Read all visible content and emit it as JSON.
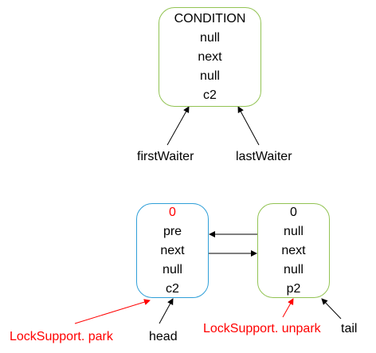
{
  "colors": {
    "green_border": "#92c353",
    "blue_border": "#2f9fd8",
    "red_text": "#ff0000",
    "black": "#000000"
  },
  "condition_node": {
    "lines": [
      "CONDITION",
      "null",
      "next",
      "null",
      "c2"
    ]
  },
  "waiter_labels": {
    "first": "firstWaiter",
    "last": "lastWaiter"
  },
  "head_node": {
    "state": "0",
    "lines": [
      "pre",
      "next",
      "null",
      "c2"
    ]
  },
  "tail_node": {
    "state": "0",
    "lines": [
      "null",
      "next",
      "null",
      "p2"
    ]
  },
  "pointer_labels": {
    "head": "head",
    "tail": "tail"
  },
  "actions": {
    "park": "LockSupport. park",
    "unpark": "LockSupport. unpark"
  }
}
